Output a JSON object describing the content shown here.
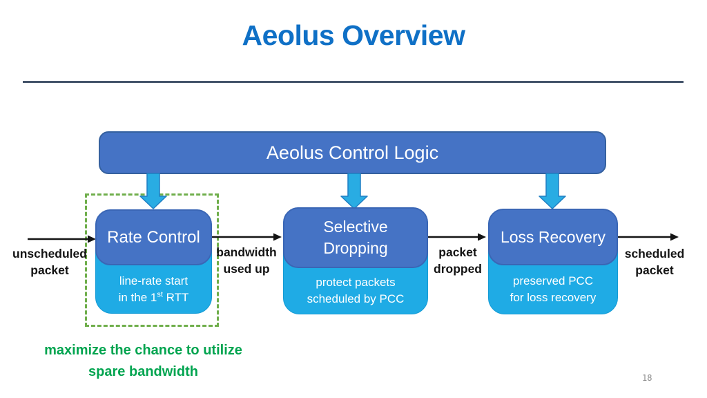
{
  "slide": {
    "title": "Aeolus Overview",
    "page_number": "18"
  },
  "diagram": {
    "control_logic_label": "Aeolus Control Logic",
    "modules": [
      {
        "title": "Rate Control",
        "caption_line1": "line-rate start",
        "caption2_pre": "in the 1",
        "caption2_sup": "st",
        "caption2_post": " RTT"
      },
      {
        "title_line1": "Selective",
        "title_line2": "Dropping",
        "caption_line1": "protect packets",
        "caption_line2": "scheduled by PCC"
      },
      {
        "title": "Loss Recovery",
        "caption_line1": "preserved PCC",
        "caption_line2": "for loss recovery"
      }
    ],
    "flow_labels": [
      {
        "line1": "unscheduled",
        "line2": "packet"
      },
      {
        "line1": "bandwidth",
        "line2": "used up"
      },
      {
        "line1": "packet",
        "line2": "dropped"
      },
      {
        "line1": "scheduled",
        "line2": "packet"
      }
    ],
    "annotation_line1": "maximize the chance to utilize",
    "annotation_line2": "spare bandwidth"
  },
  "colors": {
    "title_blue": "#0f70c6",
    "divider_slate": "#44546a",
    "box_blue": "#4573c5",
    "box_cyan": "#1fabe5",
    "arrow_cyan": "#29ace3",
    "dashed_green": "#6fae4b",
    "annotation_green": "#00a44f",
    "flow_black": "#141414",
    "page_gray": "#8a8a8a"
  }
}
